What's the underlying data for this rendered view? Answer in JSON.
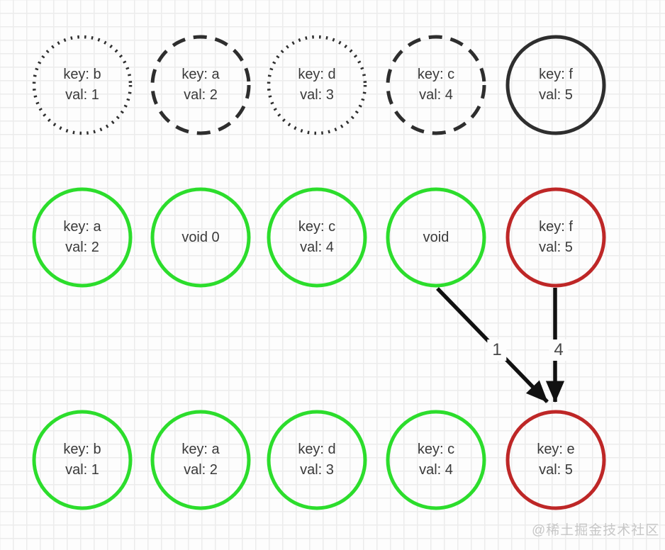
{
  "colors": {
    "dark_stroke": "#2e2e2e",
    "green_stroke": "#2cdd2c",
    "red_stroke": "#be2727",
    "arrow": "#111111",
    "node_text": "#3a3a3a",
    "watermark": "#c7c7c7"
  },
  "diagram": {
    "rows": [
      {
        "nodes": [
          {
            "line1": "key: b",
            "line2": "val: 1",
            "stroke": "dotted",
            "color": "dark"
          },
          {
            "line1": "key: a",
            "line2": "val: 2",
            "stroke": "dashed",
            "color": "dark"
          },
          {
            "line1": "key: d",
            "line2": "val: 3",
            "stroke": "dotted",
            "color": "dark"
          },
          {
            "line1": "key: c",
            "line2": "val: 4",
            "stroke": "dashed",
            "color": "dark"
          },
          {
            "line1": "key: f",
            "line2": "val: 5",
            "stroke": "solid",
            "color": "dark"
          }
        ]
      },
      {
        "nodes": [
          {
            "line1": "key: a",
            "line2": "val: 2",
            "stroke": "solid",
            "color": "green"
          },
          {
            "line1": "void 0",
            "line2": "",
            "stroke": "solid",
            "color": "green"
          },
          {
            "line1": "key: c",
            "line2": "val: 4",
            "stroke": "solid",
            "color": "green"
          },
          {
            "line1": "void",
            "line2": "",
            "stroke": "solid",
            "color": "green"
          },
          {
            "line1": "key: f",
            "line2": "val: 5",
            "stroke": "solid",
            "color": "red"
          }
        ]
      },
      {
        "nodes": [
          {
            "line1": "key: b",
            "line2": "val: 1",
            "stroke": "solid",
            "color": "green"
          },
          {
            "line1": "key: a",
            "line2": "val: 2",
            "stroke": "solid",
            "color": "green"
          },
          {
            "line1": "key: d",
            "line2": "val: 3",
            "stroke": "solid",
            "color": "green"
          },
          {
            "line1": "key: c",
            "line2": "val: 4",
            "stroke": "solid",
            "color": "green"
          },
          {
            "line1": "key: e",
            "line2": "val: 5",
            "stroke": "solid",
            "color": "red"
          }
        ]
      }
    ],
    "arrows": [
      {
        "label": "1"
      },
      {
        "label": "4"
      }
    ]
  },
  "watermark": {
    "text": "@稀土掘金技术社区"
  }
}
